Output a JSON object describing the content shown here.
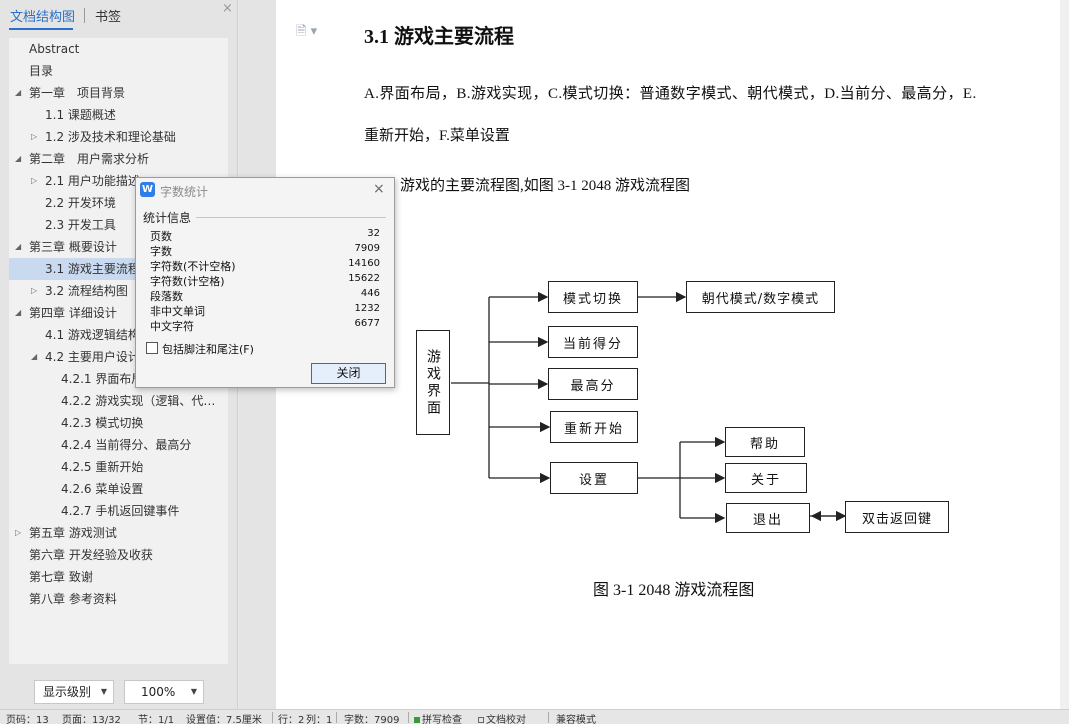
{
  "nav": {
    "tab_outline": "文档结构图",
    "tab_bookmark": "书签",
    "close_icon": "×",
    "items": [
      {
        "label": "Abstract",
        "indent": 0,
        "arrow": ""
      },
      {
        "label": "目录",
        "indent": 0,
        "arrow": ""
      },
      {
        "label": "第一章　项目背景",
        "indent": 0,
        "arrow": "◢"
      },
      {
        "label": "1.1 课题概述",
        "indent": 1,
        "arrow": ""
      },
      {
        "label": "1.2 涉及技术和理论基础",
        "indent": 1,
        "arrow": "▷"
      },
      {
        "label": "第二章　用户需求分析",
        "indent": 0,
        "arrow": "◢"
      },
      {
        "label": "2.1 用户功能描述",
        "indent": 1,
        "arrow": "▷"
      },
      {
        "label": "2.2  开发环境",
        "indent": 1,
        "arrow": ""
      },
      {
        "label": "2.3  开发工具",
        "indent": 1,
        "arrow": ""
      },
      {
        "label": "第三章  概要设计",
        "indent": 0,
        "arrow": "◢"
      },
      {
        "label": "3.1 游戏主要流程",
        "indent": 1,
        "arrow": "",
        "selected": true
      },
      {
        "label": "3.2  流程结构图",
        "indent": 1,
        "arrow": "▷"
      },
      {
        "label": "第四章  详细设计",
        "indent": 0,
        "arrow": "◢"
      },
      {
        "label": "4.1 游戏逻辑结构",
        "indent": 1,
        "arrow": ""
      },
      {
        "label": "4.2  主要用户设计",
        "indent": 1,
        "arrow": "◢"
      },
      {
        "label": "4.2.1 界面布局",
        "indent": 2,
        "arrow": ""
      },
      {
        "label": "4.2.2 游戏实现（逻辑、代…",
        "indent": 2,
        "arrow": ""
      },
      {
        "label": "4.2.3 模式切换",
        "indent": 2,
        "arrow": ""
      },
      {
        "label": "4.2.4 当前得分、最高分",
        "indent": 2,
        "arrow": ""
      },
      {
        "label": "4.2.5 重新开始",
        "indent": 2,
        "arrow": ""
      },
      {
        "label": "4.2.6 菜单设置",
        "indent": 2,
        "arrow": ""
      },
      {
        "label": "4.2.7 手机返回键事件",
        "indent": 2,
        "arrow": ""
      },
      {
        "label": "第五章  游戏测试",
        "indent": 0,
        "arrow": "▷"
      },
      {
        "label": "第六章  开发经验及收获",
        "indent": 0,
        "arrow": ""
      },
      {
        "label": "第七章  致谢",
        "indent": 0,
        "arrow": ""
      },
      {
        "label": "第八章  参考资料",
        "indent": 0,
        "arrow": ""
      }
    ],
    "level_label": "显示级别",
    "zoom_label": "100%",
    "dropdown_icon": "▼"
  },
  "document": {
    "page_icon": "🗎 ▾",
    "heading": "3.1 游戏主要流程",
    "para1": "A.界面布局，B.游戏实现，C.模式切换：普通数字模式、朝代模式，D.当前分、最高分，E.",
    "para2": "重新开始，F.菜单设置",
    "para3": "游戏的主要流程图,如图 3-1 2048 游戏流程图",
    "caption": "图 3-1 2048 游戏流程图",
    "flowchart": {
      "root": "游戏界面",
      "mode_switch": "模式切换",
      "mode_target": "朝代模式/数字模式",
      "current_score": "当前得分",
      "high_score": "最高分",
      "restart": "重新开始",
      "settings": "设置",
      "help": "帮助",
      "about": "关于",
      "exit": "退出",
      "double_back": "双击返回键"
    }
  },
  "dialog": {
    "title": "字数统计",
    "logo": "W",
    "close_icon": "×",
    "section": "统计信息",
    "stats": [
      {
        "label": "页数",
        "value": "32"
      },
      {
        "label": "字数",
        "value": "7909"
      },
      {
        "label": "字符数(不计空格)",
        "value": "14160"
      },
      {
        "label": "字符数(计空格)",
        "value": "15622"
      },
      {
        "label": "段落数",
        "value": "446"
      },
      {
        "label": "非中文单词",
        "value": "1232"
      },
      {
        "label": "中文字符",
        "value": "6677"
      }
    ],
    "checkbox_label": "包括脚注和尾注(F)",
    "close_button": "关闭"
  },
  "status_bar": {
    "page_num": "页码：13",
    "page_of": "页面：13/32",
    "section": "节：1/1",
    "position": "设置值：7.5厘米",
    "row": "行：2",
    "col": "列：1",
    "word_count": "字数：7909",
    "spell_check": "拼写检查",
    "doc_check": "文档校对",
    "compat": "兼容模式"
  }
}
